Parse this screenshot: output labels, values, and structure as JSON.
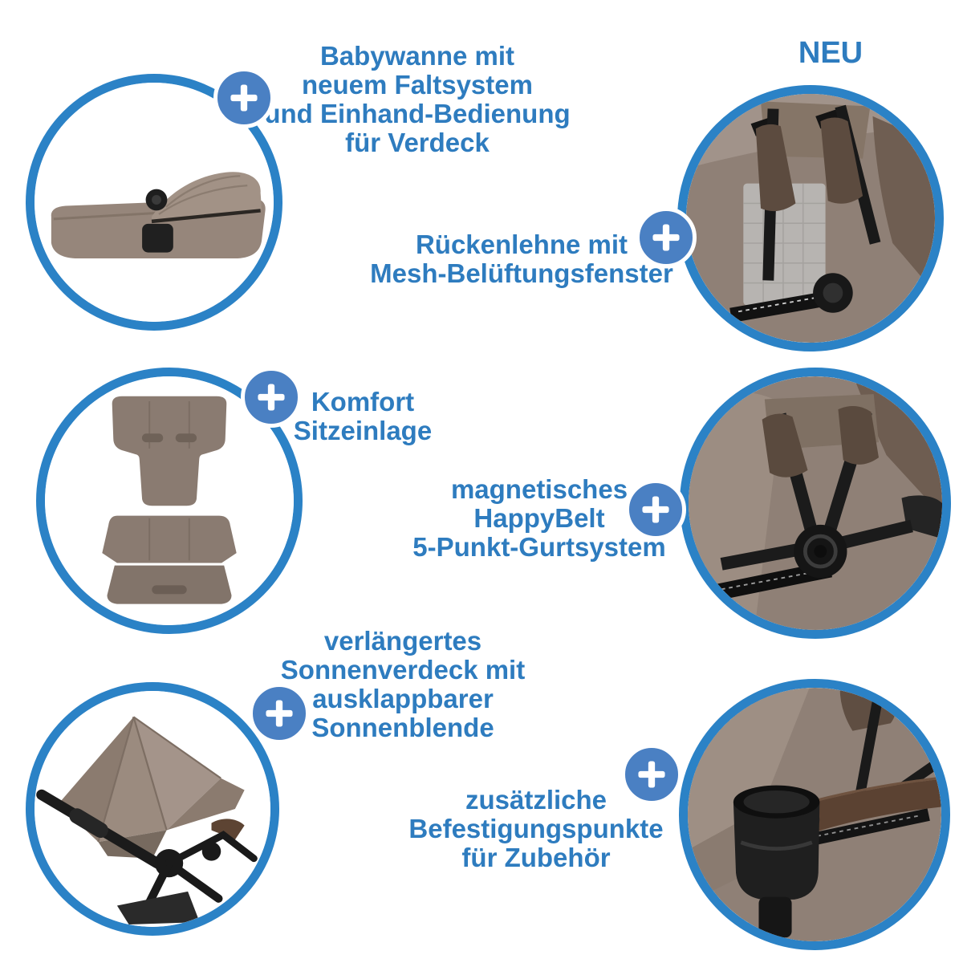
{
  "colors": {
    "text_blue": "#2E7CBF",
    "ring_blue": "#2B82C6",
    "badge_blue": "#4A80C3",
    "fabric_taupe": "#8F8076",
    "fabric_dark_brown": "#6E5D51",
    "mesh_gray": "#B7B4B1",
    "leather_brown": "#5B4232",
    "plastic_black": "#1C1C1C"
  },
  "new_badge": {
    "label": "NEU"
  },
  "features": [
    {
      "name": "carrycot",
      "image": "folded-carrycot-photo",
      "lines": [
        "Babywanne mit",
        "neuem Faltsystem",
        "und Einhand-Bedienung",
        "für Verdeck"
      ]
    },
    {
      "name": "backrest",
      "image": "mesh-backrest-photo",
      "lines": [
        "Rückenlehne mit",
        "Mesh-Belüftungsfenster"
      ]
    },
    {
      "name": "seat-inlay",
      "image": "comfort-seat-inlay-photo",
      "lines": [
        "Komfort",
        "Sitzeinlage"
      ]
    },
    {
      "name": "harness",
      "image": "happybelt-harness-photo",
      "lines": [
        "magnetisches",
        "HappyBelt",
        "5-Punkt-Gurtsystem"
      ]
    },
    {
      "name": "canopy",
      "image": "sun-canopy-photo",
      "lines": [
        "verlängertes",
        "Sonnenverdeck mit",
        "ausklappbarer",
        "Sonnenblende"
      ]
    },
    {
      "name": "accessory-points",
      "image": "cup-holder-photo",
      "lines": [
        "zusätzliche",
        "Befestigungspunkte",
        "für Zubehör"
      ]
    }
  ]
}
